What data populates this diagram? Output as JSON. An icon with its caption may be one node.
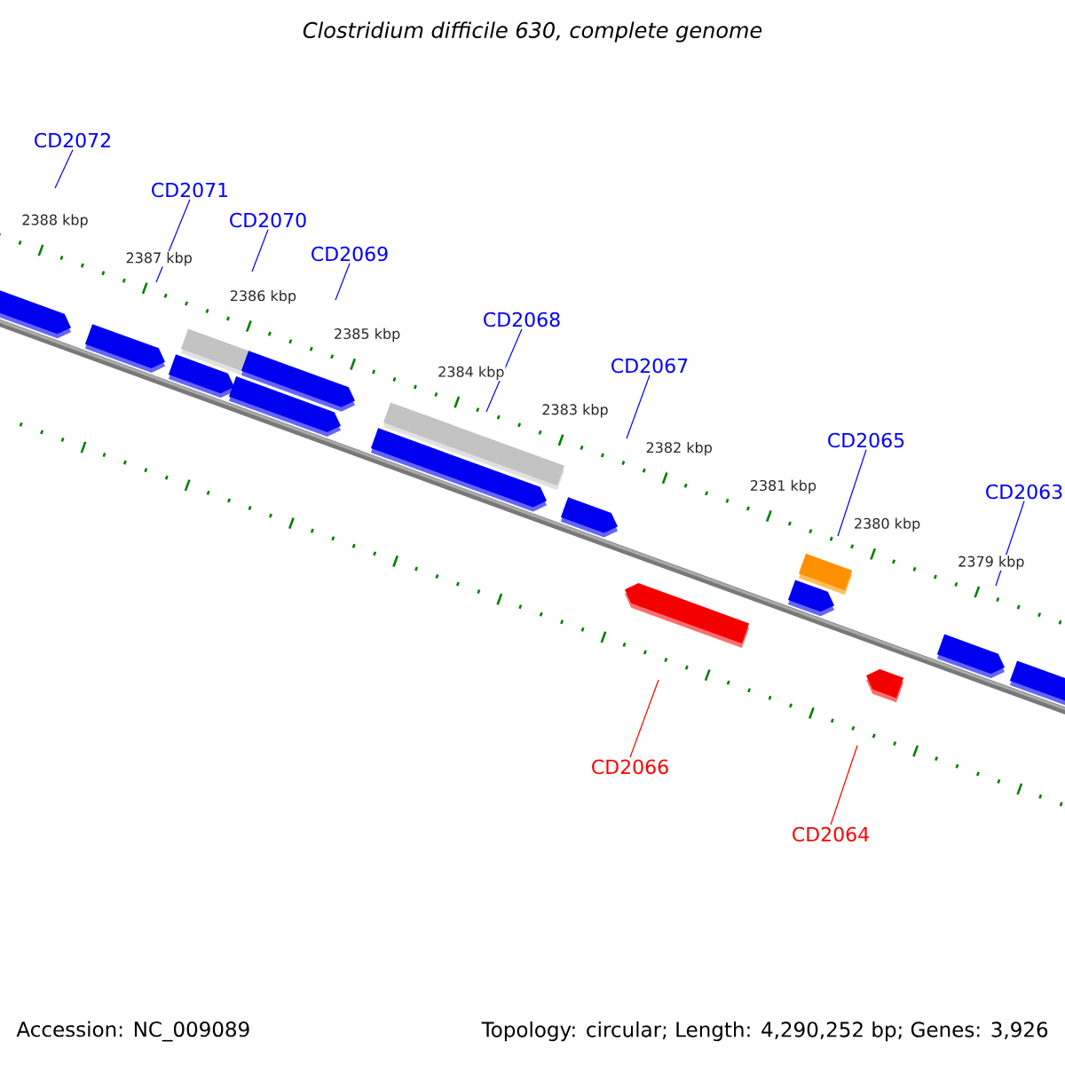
{
  "diagram": {
    "title": "Clostridium difficile 630, complete genome",
    "nodes": [
      {
        "text": [
          "CD2072"
        ]
      },
      {
        "text": [
          "CD2071"
        ]
      },
      {
        "text": [
          "CD2070"
        ]
      },
      {
        "text": [
          "CD2069"
        ]
      },
      {
        "text": [
          "CD2068"
        ]
      },
      {
        "text": [
          "CD2067"
        ]
      },
      {
        "text": [
          "CD2065"
        ]
      },
      {
        "text": [
          "CD2063"
        ]
      },
      {
        "text": [
          "CD2066"
        ]
      },
      {
        "text": [
          "CD2064"
        ]
      }
    ],
    "edges": [
      {
        "from": 0,
        "to": null,
        "arrow": "none"
      },
      {
        "from": 1,
        "to": null,
        "arrow": "none"
      },
      {
        "from": 2,
        "to": null,
        "arrow": "none"
      },
      {
        "from": 3,
        "to": null,
        "arrow": "none"
      },
      {
        "from": 4,
        "to": null,
        "arrow": "none"
      },
      {
        "from": 5,
        "to": null,
        "arrow": "none"
      },
      {
        "from": 6,
        "to": null,
        "arrow": "none"
      },
      {
        "from": 7,
        "to": null,
        "arrow": "none"
      },
      {
        "from": 8,
        "to": null,
        "arrow": "none",
        "color": "#ff0000"
      },
      {
        "from": 9,
        "to": null,
        "arrow": "none",
        "color": "#ff0000"
      }
    ],
    "labels": [
      "2388 kbp",
      "2387 kbp",
      "2386 kbp",
      "2385 kbp",
      "2384 kbp",
      "2383 kbp",
      "2382 kbp",
      "2381 kbp",
      "2380 kbp",
      "2379 kbp",
      "Accession: NC_009089",
      "Topology: circular; Length: 4,290,252 bp; Genes: 3,926"
    ]
  }
}
